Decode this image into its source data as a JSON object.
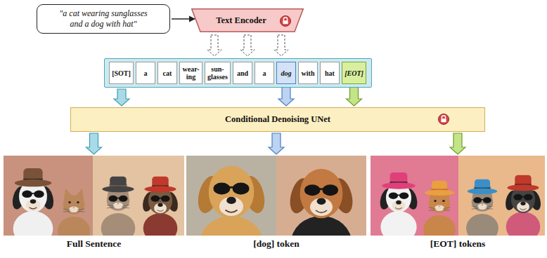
{
  "diagram": {
    "nodes": [
      {
        "text": [
          "\"a cat wearing sunglasses and a dog with hat\""
        ]
      },
      {
        "text": [
          "Text Encoder"
        ]
      },
      {
        "text": []
      },
      {
        "text": [
          "[SOT]"
        ],
        "in": 2
      },
      {
        "text": [
          "a"
        ],
        "in": 2
      },
      {
        "text": [
          "cat"
        ],
        "in": 2
      },
      {
        "text": [
          "wear- ing"
        ],
        "in": 2
      },
      {
        "text": [
          "sun- glasses"
        ],
        "in": 2
      },
      {
        "text": [
          "and"
        ],
        "in": 2
      },
      {
        "text": [
          "a"
        ],
        "in": 2
      },
      {
        "text": [
          "dog"
        ],
        "in": 2
      },
      {
        "text": [
          "with"
        ],
        "in": 2
      },
      {
        "text": [
          "hat"
        ],
        "in": 2
      },
      {
        "text": [
          "[EOT]"
        ],
        "in": 2
      },
      {
        "text": [
          "Conditional Denoising UNet"
        ]
      },
      {
        "text": [
          "Full Sentence"
        ]
      },
      {
        "text": [
          "[dog] token"
        ]
      },
      {
        "text": [
          "[EOT] tokens"
        ]
      }
    ],
    "edges": [
      {
        "from": 0,
        "to": 1,
        "arrow": "to"
      },
      {
        "from": 1,
        "to": 2,
        "arrow": "to"
      },
      {
        "from": 1,
        "to": 2,
        "arrow": "to"
      },
      {
        "from": 1,
        "to": 2,
        "arrow": "to"
      },
      {
        "from": 2,
        "to": 14,
        "arrow": "to"
      },
      {
        "from": 10,
        "to": 14,
        "arrow": "to"
      },
      {
        "from": 13,
        "to": 14,
        "arrow": "to"
      },
      {
        "from": 14,
        "to": 15,
        "arrow": "to"
      },
      {
        "from": 14,
        "to": 16,
        "arrow": "to"
      },
      {
        "from": 14,
        "to": 17,
        "arrow": "to"
      }
    ]
  }
}
